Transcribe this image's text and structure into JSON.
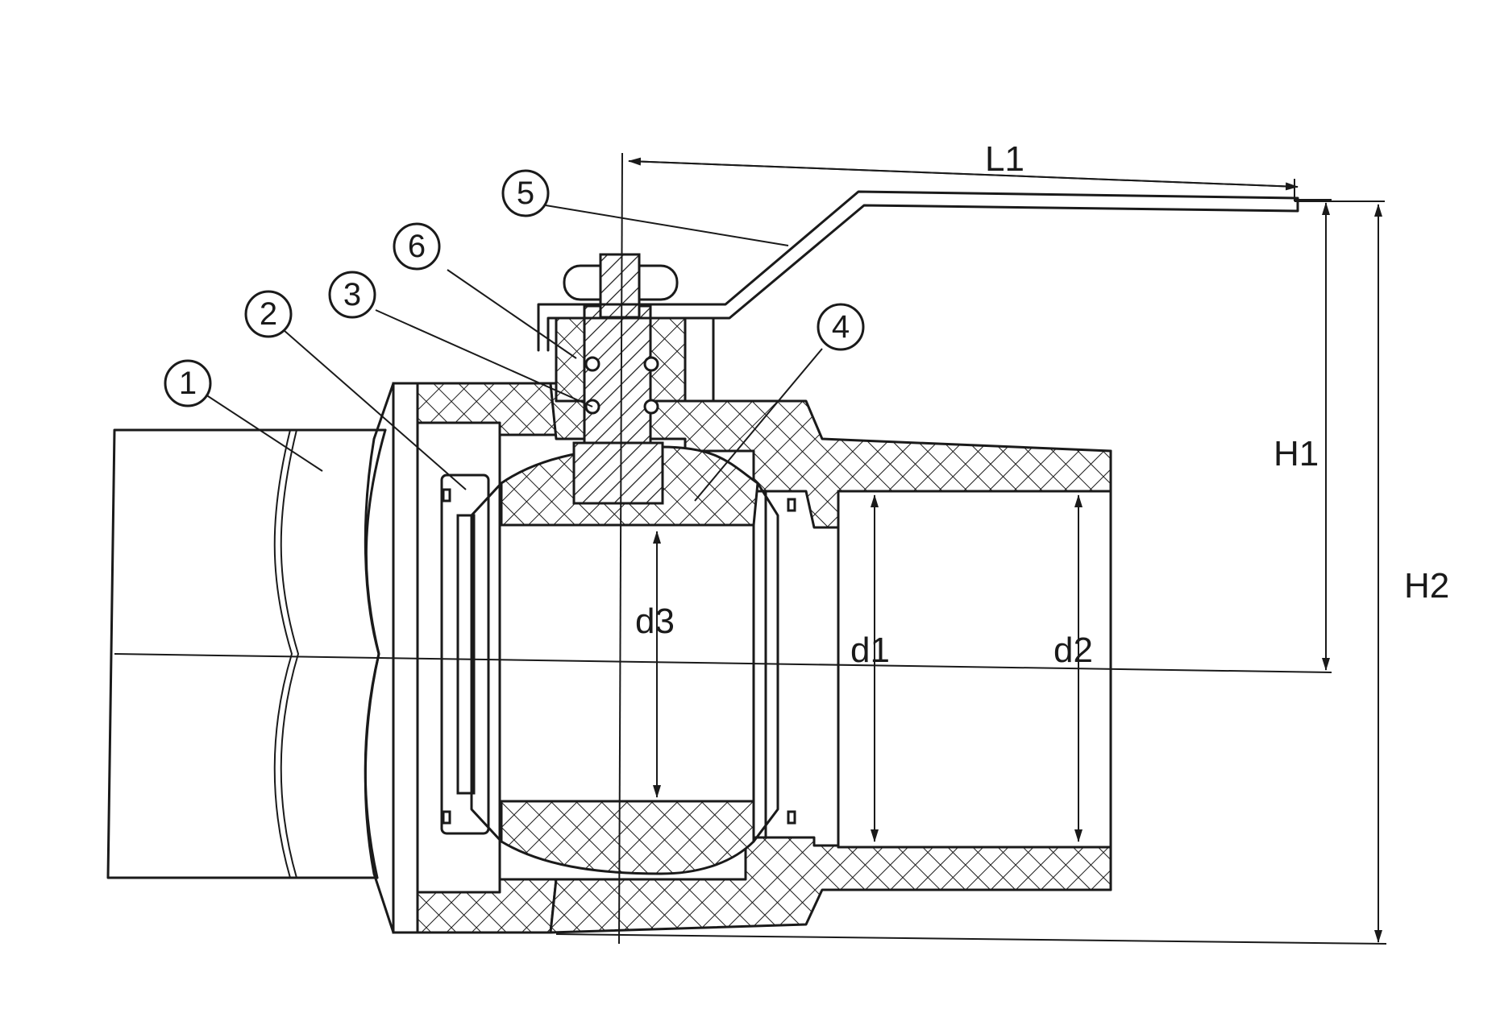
{
  "diagram": {
    "callouts": [
      {
        "id": "1",
        "label": "1"
      },
      {
        "id": "2",
        "label": "2"
      },
      {
        "id": "3",
        "label": "3"
      },
      {
        "id": "4",
        "label": "4"
      },
      {
        "id": "5",
        "label": "5"
      },
      {
        "id": "6",
        "label": "6"
      }
    ],
    "dimensions": {
      "L1": "L1",
      "H1": "H1",
      "H2": "H2",
      "d1": "d1",
      "d2": "d2",
      "d3": "d3"
    }
  }
}
